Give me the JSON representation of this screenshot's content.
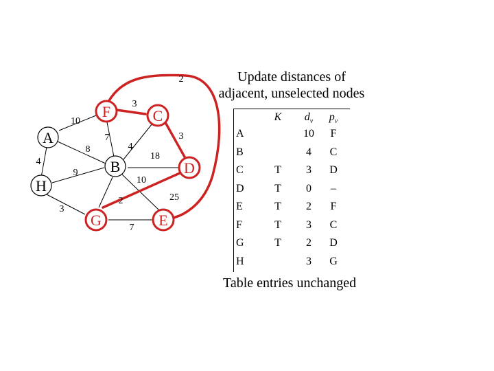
{
  "title_line1": "Update distances of",
  "title_line2": "adjacent, unselected nodes",
  "caption": "Table entries unchanged",
  "graph": {
    "nodes": [
      "A",
      "F",
      "C",
      "B",
      "D",
      "H",
      "G",
      "E"
    ],
    "edge_weights": [
      "2",
      "3",
      "10",
      "7",
      "3",
      "8",
      "4",
      "18",
      "4",
      "9",
      "10",
      "2",
      "25",
      "3",
      "7"
    ]
  },
  "table": {
    "headers": [
      "K",
      "d",
      "p"
    ],
    "header_sub": "v",
    "rows": [
      {
        "node": "A",
        "k": "",
        "d": "10",
        "p": "F"
      },
      {
        "node": "B",
        "k": "",
        "d": "4",
        "p": "C"
      },
      {
        "node": "C",
        "k": "T",
        "d": "3",
        "p": "D"
      },
      {
        "node": "D",
        "k": "T",
        "d": "0",
        "p": "–"
      },
      {
        "node": "E",
        "k": "T",
        "d": "2",
        "p": "F"
      },
      {
        "node": "F",
        "k": "T",
        "d": "3",
        "p": "C"
      },
      {
        "node": "G",
        "k": "T",
        "d": "2",
        "p": "D"
      },
      {
        "node": "H",
        "k": "",
        "d": "3",
        "p": "G"
      }
    ]
  },
  "colors": {
    "highlight": "#cc2222",
    "edge": "#000000"
  }
}
